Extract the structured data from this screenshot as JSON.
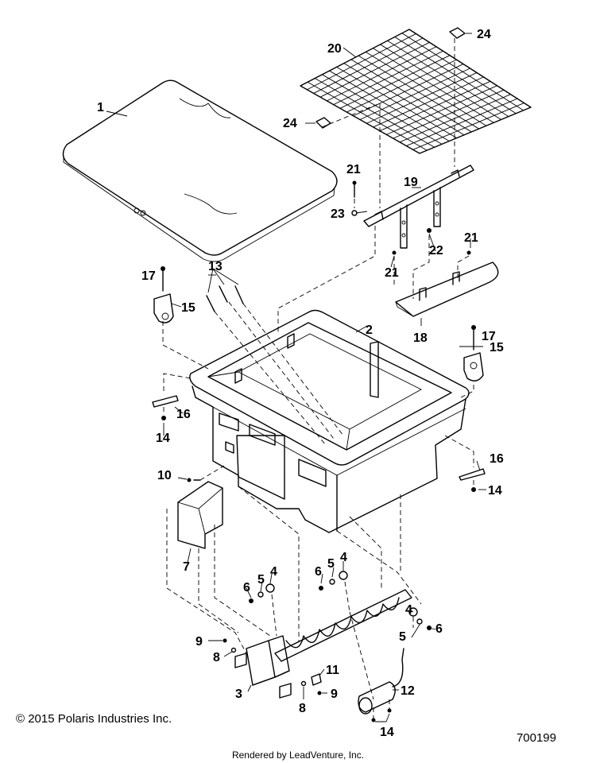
{
  "diagram": {
    "callouts": {
      "c1": "1",
      "c2": "2",
      "c3": "3",
      "c4a": "4",
      "c4b": "4",
      "c4c": "4",
      "c5a": "5",
      "c5b": "5",
      "c5c": "5",
      "c6a": "6",
      "c6b": "6",
      "c6c": "6",
      "c7": "7",
      "c8a": "8",
      "c8b": "8",
      "c9a": "9",
      "c9b": "9",
      "c10": "10",
      "c11": "11",
      "c12": "12",
      "c13": "13",
      "c14a": "14",
      "c14b": "14",
      "c14c": "14",
      "c15a": "15",
      "c15b": "15",
      "c16a": "16",
      "c16b": "16",
      "c17a": "17",
      "c17b": "17",
      "c18": "18",
      "c19": "19",
      "c20": "20",
      "c21a": "21",
      "c21b": "21",
      "c21c": "21",
      "c22": "22",
      "c23": "23",
      "c24a": "24",
      "c24b": "24"
    }
  },
  "footer": {
    "copyright": "© 2015 Polaris Industries Inc.",
    "drawing_number": "700199",
    "rendered_by": "Rendered by LeadVenture, Inc."
  }
}
